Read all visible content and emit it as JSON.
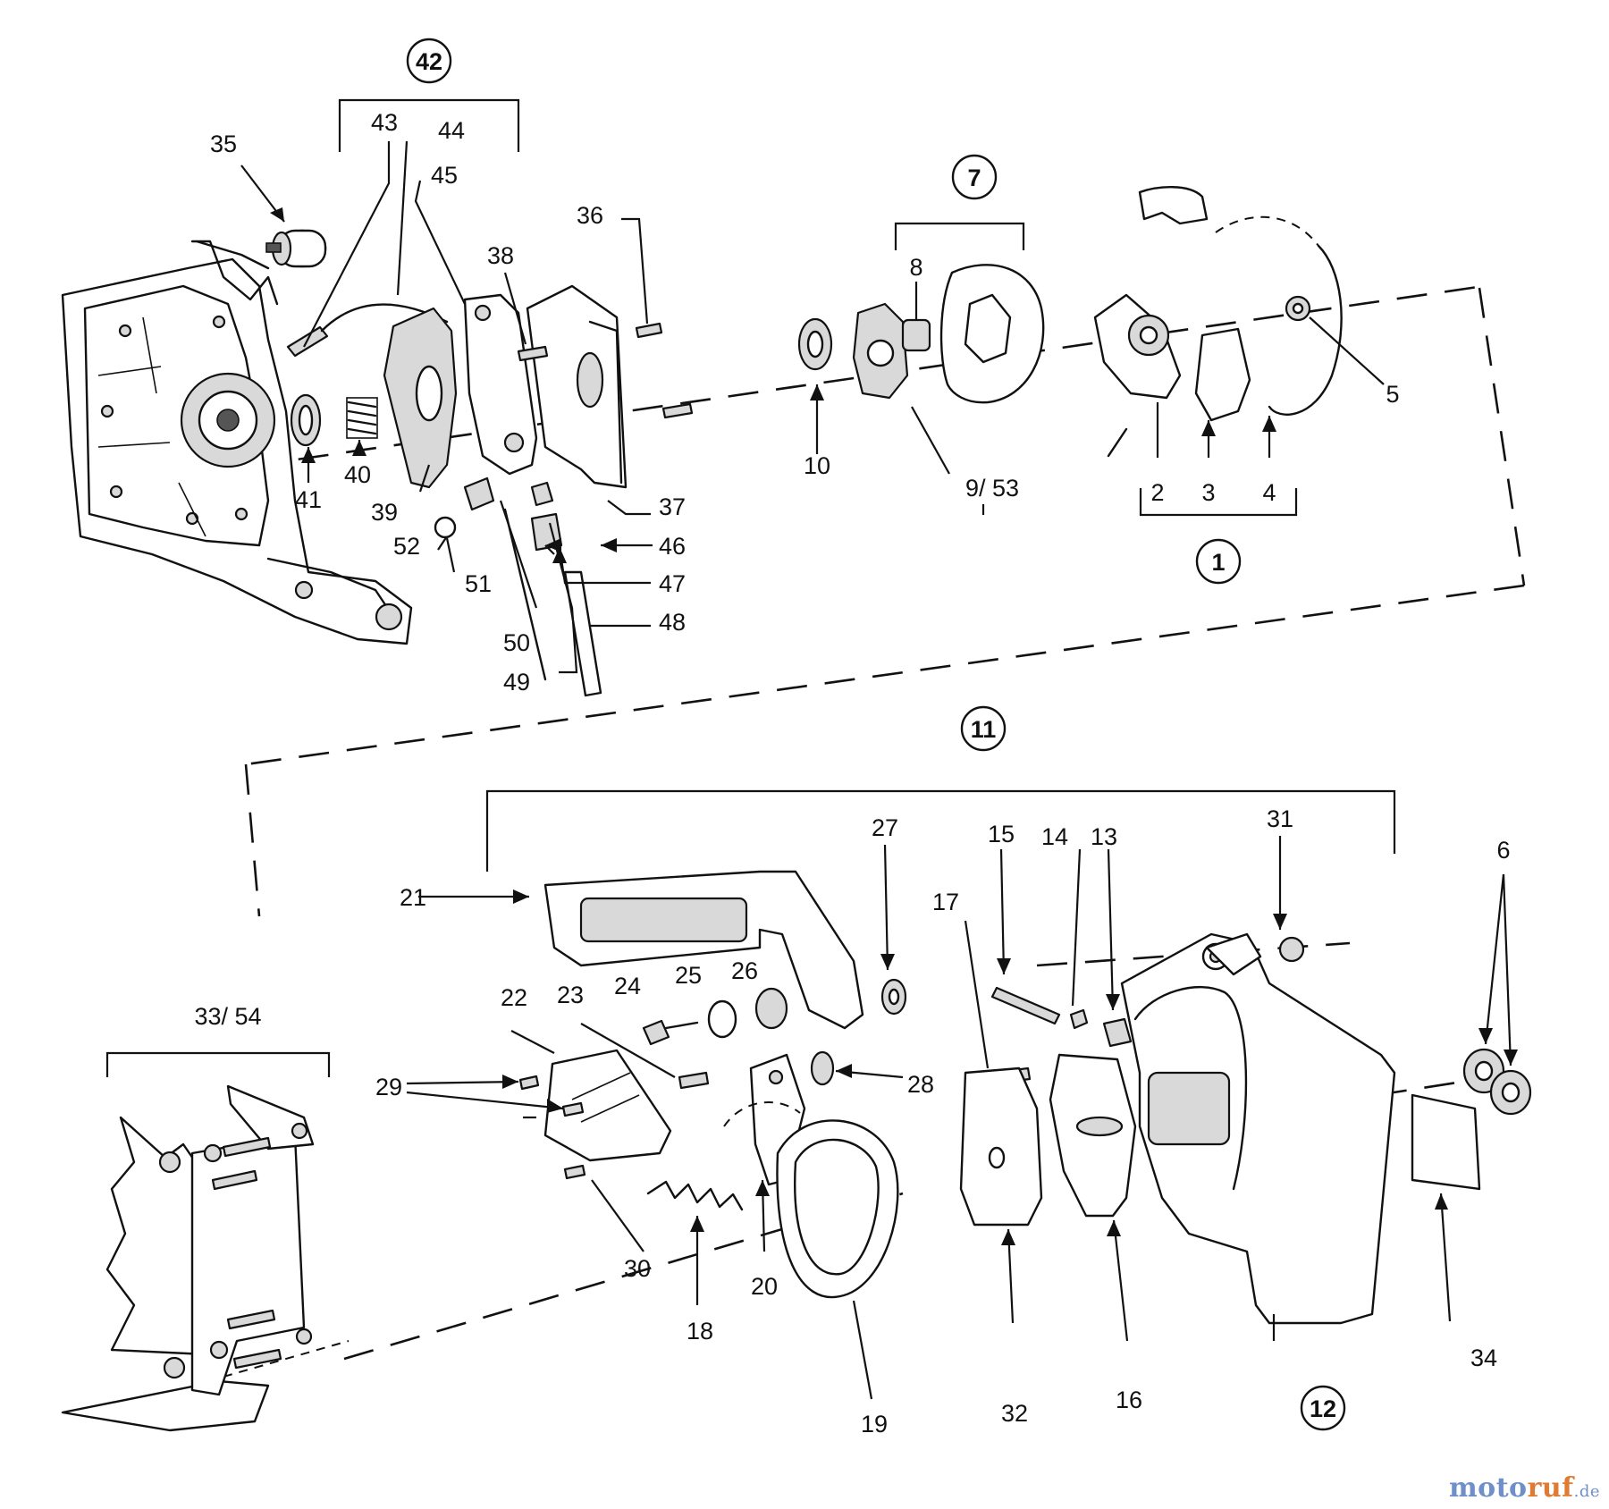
{
  "diagram": {
    "labels": {
      "l1": "1",
      "l2": "2",
      "l3": "3",
      "l4": "4",
      "l5": "5",
      "l6": "6",
      "l7": "7",
      "l8": "8",
      "l9_53": "9/ 53",
      "l10": "10",
      "l11": "11",
      "l12": "12",
      "l13": "13",
      "l14": "14",
      "l15": "15",
      "l16": "16",
      "l17": "17",
      "l18": "18",
      "l19": "19",
      "l20": "20",
      "l21": "21",
      "l22": "22",
      "l23": "23",
      "l24": "24",
      "l25": "25",
      "l26": "26",
      "l27": "27",
      "l28": "28",
      "l29": "29",
      "l30": "30",
      "l31": "31",
      "l32": "32",
      "l33_54": "33/ 54",
      "l34": "34",
      "l35": "35",
      "l36": "36",
      "l37": "37",
      "l38": "38",
      "l39": "39",
      "l40": "40",
      "l41": "41",
      "l42": "42",
      "l43": "43",
      "l44": "44",
      "l45": "45",
      "l46": "46",
      "l47": "47",
      "l48": "48",
      "l49": "49",
      "l50": "50",
      "l51": "51",
      "l52": "52"
    }
  },
  "watermark": {
    "part1": "moto",
    "part2": "ruf",
    "part3": ".de"
  }
}
